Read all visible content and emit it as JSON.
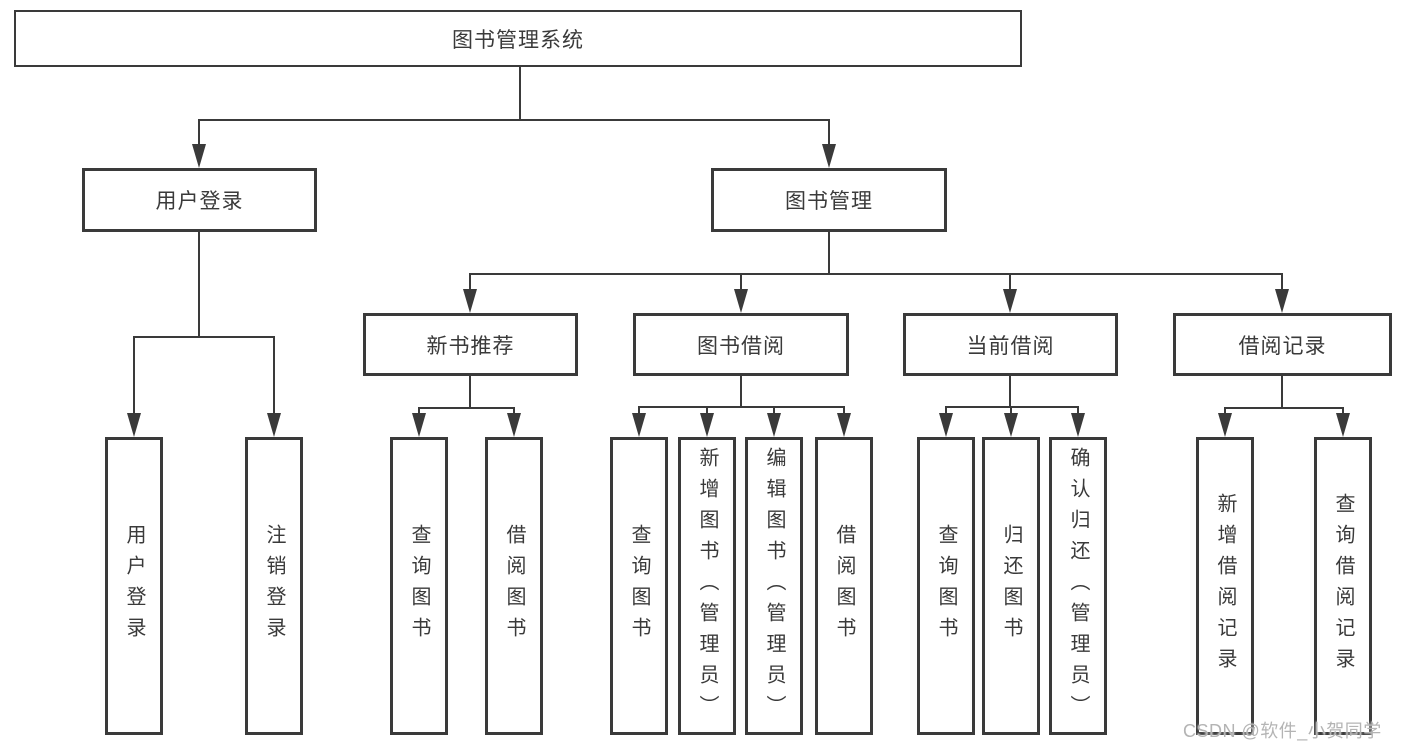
{
  "colors": {
    "line": "#3a3a3a",
    "text": "#3a3a3a",
    "box_fill": "#ffffff",
    "watermark": "#b4b4b4",
    "background": "#ffffff"
  },
  "watermark": "CSDN @软件_小贺同学",
  "diagram": {
    "type": "tree",
    "root": {
      "label": "图书管理系统"
    },
    "level2": [
      {
        "label": "用户登录",
        "children": [
          "用户登录",
          "注销登录"
        ]
      },
      {
        "label": "图书管理",
        "children": [
          "新书推荐",
          "图书借阅",
          "当前借阅",
          "借阅记录"
        ]
      }
    ],
    "level3": [
      {
        "label": "新书推荐",
        "children": [
          "查询图书",
          "借阅图书"
        ]
      },
      {
        "label": "图书借阅",
        "children": [
          "查询图书",
          "新增图书（管理员）",
          "编辑图书（管理员）",
          "借阅图书"
        ]
      },
      {
        "label": "当前借阅",
        "children": [
          "查询图书",
          "归还图书",
          "确认归还（管理员）"
        ]
      },
      {
        "label": "借阅记录",
        "children": [
          "新增借阅记录",
          "查询借阅记录"
        ]
      }
    ]
  }
}
